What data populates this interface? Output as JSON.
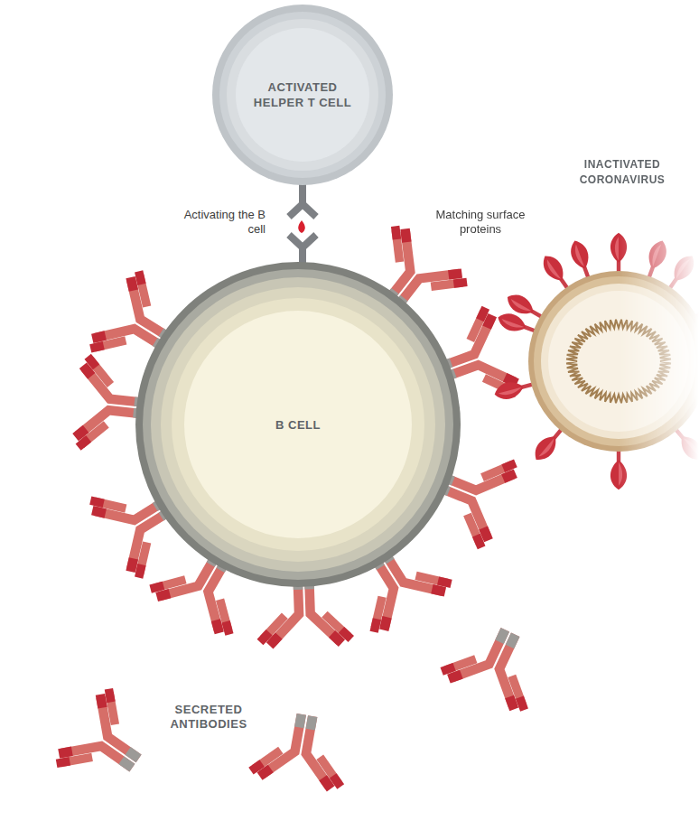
{
  "diagram": {
    "nodes": [
      {
        "text": [
          "ACTIVATED HELPER T CELL"
        ]
      },
      {
        "text": [
          "B CELL"
        ]
      },
      {
        "text": [
          "INACTIVATED CORONAVIRUS"
        ]
      }
    ],
    "labels": [
      "Activating the B cell",
      "Matching surface proteins",
      "SECRETED ANTIBODIES"
    ]
  }
}
